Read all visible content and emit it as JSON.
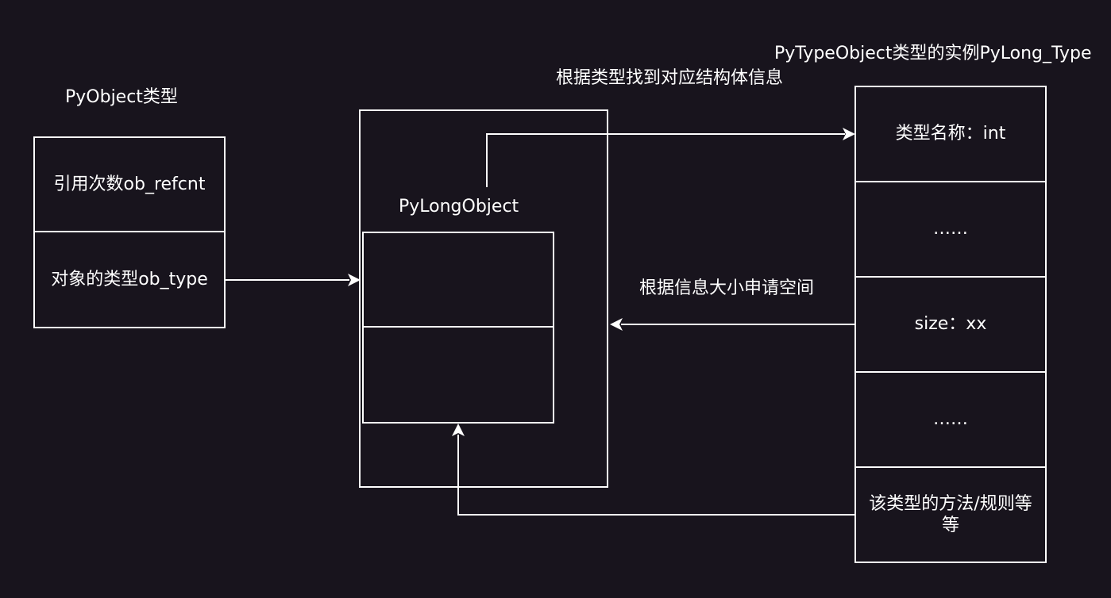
{
  "pyobject": {
    "title": "PyObject类型",
    "fields": [
      "引用次数ob_refcnt",
      "对象的类型ob_type"
    ]
  },
  "pylongobject": {
    "title": "PyLongObject"
  },
  "pytypeobject": {
    "title": "PyTypeObject类型的实例PyLong_Type",
    "fields": [
      "类型名称：int",
      "……",
      "size：xx",
      "……",
      "该类型的方法/规则等等"
    ]
  },
  "arrows": {
    "lookup_label": "根据类型找到对应结构体信息",
    "allocate_label": "根据信息大小申请空间"
  },
  "colors": {
    "background": "#18141d",
    "stroke": "#ffffff"
  }
}
